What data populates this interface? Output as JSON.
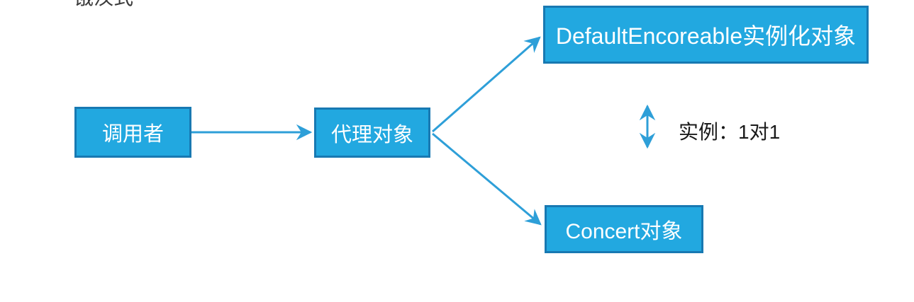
{
  "heading": {
    "bullet": "•",
    "text": "饿汉式",
    "visibility": "clipped-at-top-edge"
  },
  "colors": {
    "box_fill": "#22A8E0",
    "box_border": "#1879B2",
    "arrow": "#2E9FD8",
    "label_text": "#1A1A1A",
    "box_text": "#FFFFFF"
  },
  "diagram": {
    "nodes": [
      {
        "id": "caller",
        "label": "调用者"
      },
      {
        "id": "proxy",
        "label": "代理对象"
      },
      {
        "id": "default_encoreable",
        "label": "DefaultEncoreable实例化对象"
      },
      {
        "id": "concert",
        "label": "Concert对象"
      }
    ],
    "edges": [
      {
        "from": "调用者",
        "to": "代理对象",
        "type": "arrow"
      },
      {
        "from": "代理对象",
        "to": "DefaultEncoreable实例化对象",
        "type": "arrow"
      },
      {
        "from": "代理对象",
        "to": "Concert对象",
        "type": "arrow"
      },
      {
        "between": [
          "DefaultEncoreable实例化对象",
          "Concert对象"
        ],
        "type": "double-arrow"
      }
    ],
    "annotation": {
      "label": "实例：1对1"
    }
  }
}
